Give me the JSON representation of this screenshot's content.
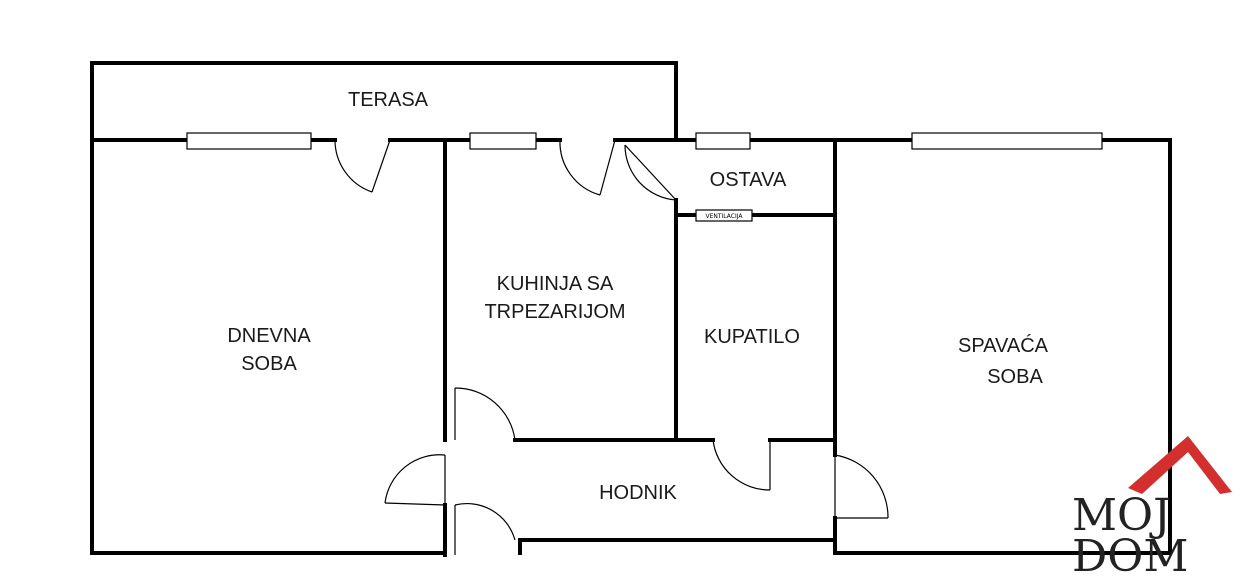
{
  "rooms": {
    "terasa": "TERASA",
    "ostava": "OSTAVA",
    "ventilacija": "VENTILACIJA",
    "kuhinja_line1": "KUHINJA SA",
    "kuhinja_line2": "TRPEZARIJOM",
    "dnevna_line1": "DNEVNA",
    "dnevna_line2": "SOBA",
    "kupatilo": "KUPATILO",
    "spavaca_line1": "SPAVAĆA",
    "spavaca_line2": "SOBA",
    "hodnik": "HODNIK"
  },
  "logo": {
    "line1": "MOJ",
    "line2": "DOM",
    "accent_color": "#d32f2f"
  }
}
